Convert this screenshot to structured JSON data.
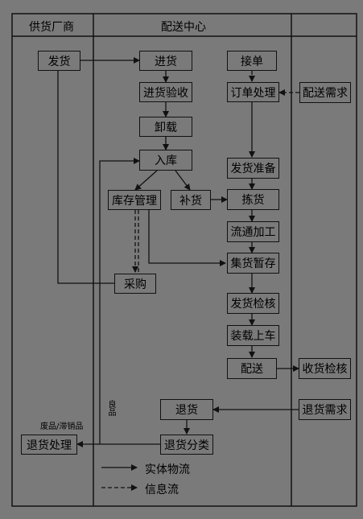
{
  "lanes": {
    "supplier": "供货厂商",
    "center": "配送中心"
  },
  "nodes": {
    "fahuo": "发货",
    "jinhuo": "进货",
    "jinhuo_yanshou": "进货验收",
    "xiezai": "卸载",
    "ruku": "入库",
    "kucun_guanli": "库存管理",
    "buhuo": "补货",
    "caigou": "采购",
    "jiedan": "接单",
    "dingdan_chuli": "订单处理",
    "peisong_xuqiu": "配送需求",
    "fahuo_zhunbei": "发货准备",
    "jianhuo": "拣货",
    "liutong_jiagong": "流通加工",
    "jihuo_zancun": "集货暂存",
    "fahuo_jianhe": "发货检核",
    "zhuangzai_shangche": "装载上车",
    "peisong": "配送",
    "shouhuo_jianhe": "收货检核",
    "tuihuo": "退货",
    "tuihuo_xuqiu": "退货需求",
    "tuihuo_fenlei": "退货分类",
    "tuihuo_chuli": "退货处理"
  },
  "annotations": {
    "defective": "废品/滞销品",
    "good": "良品"
  },
  "legend": {
    "physical": "实体物流",
    "information": "信息流"
  },
  "colors": {
    "background": "#7a7a7a",
    "line": "#111111"
  }
}
